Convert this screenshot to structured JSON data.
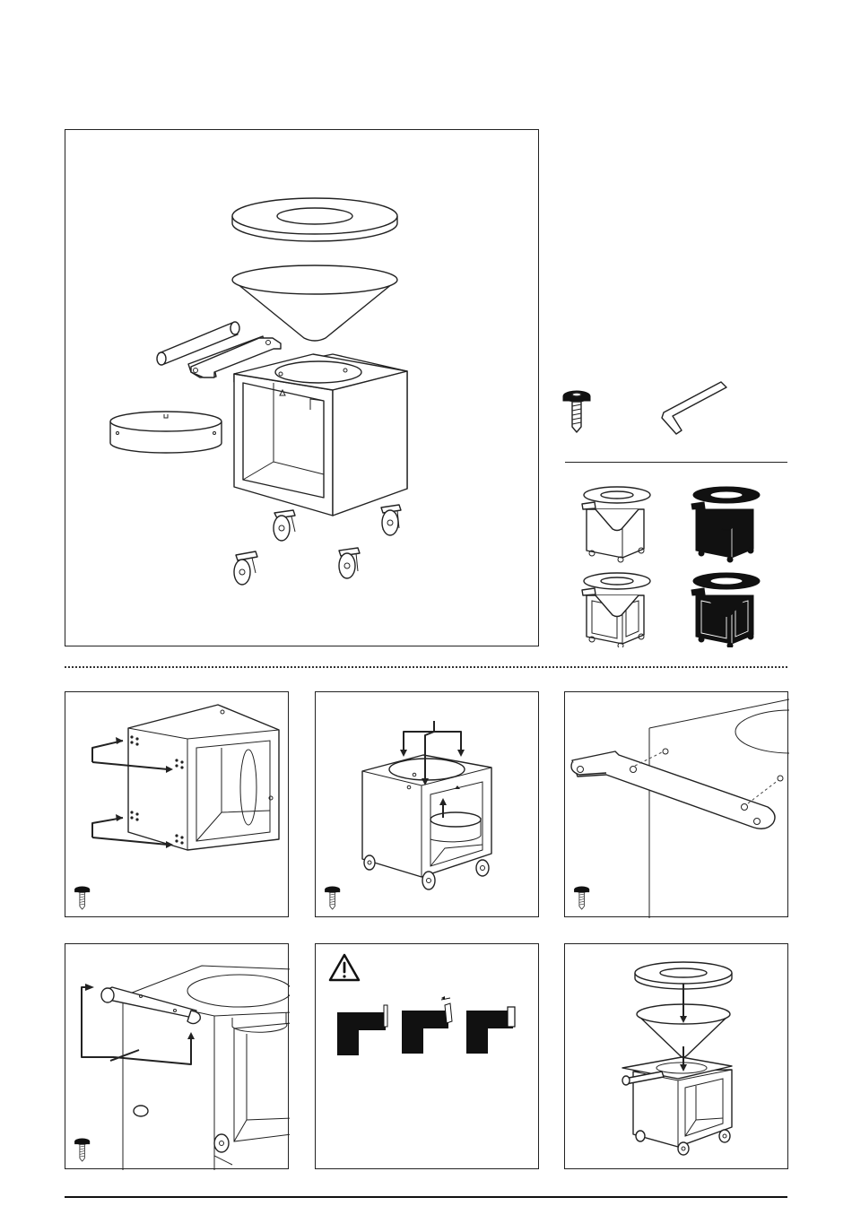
{
  "page": {
    "background": "#ffffff",
    "line_color": "#222222"
  },
  "overview": {
    "parts": [
      "rim-plate",
      "cone-bowl",
      "handle-bar",
      "mount-bracket",
      "cube-base",
      "ash-tray",
      "swivel-caster",
      "fixed-caster"
    ]
  },
  "hardware": {
    "items": [
      "screw-icon",
      "hex-key-icon"
    ]
  },
  "variants": {
    "items": [
      "white-closed",
      "black-closed",
      "white-open",
      "black-open"
    ]
  },
  "steps": [
    {
      "id": 1,
      "icon": "screw-icon"
    },
    {
      "id": 2,
      "icon": "screw-icon"
    },
    {
      "id": 3,
      "icon": "screw-icon"
    },
    {
      "id": 4,
      "icon": "screw-icon"
    },
    {
      "id": 5,
      "icon": "warning-icon"
    },
    {
      "id": 6,
      "icon": "none"
    }
  ]
}
